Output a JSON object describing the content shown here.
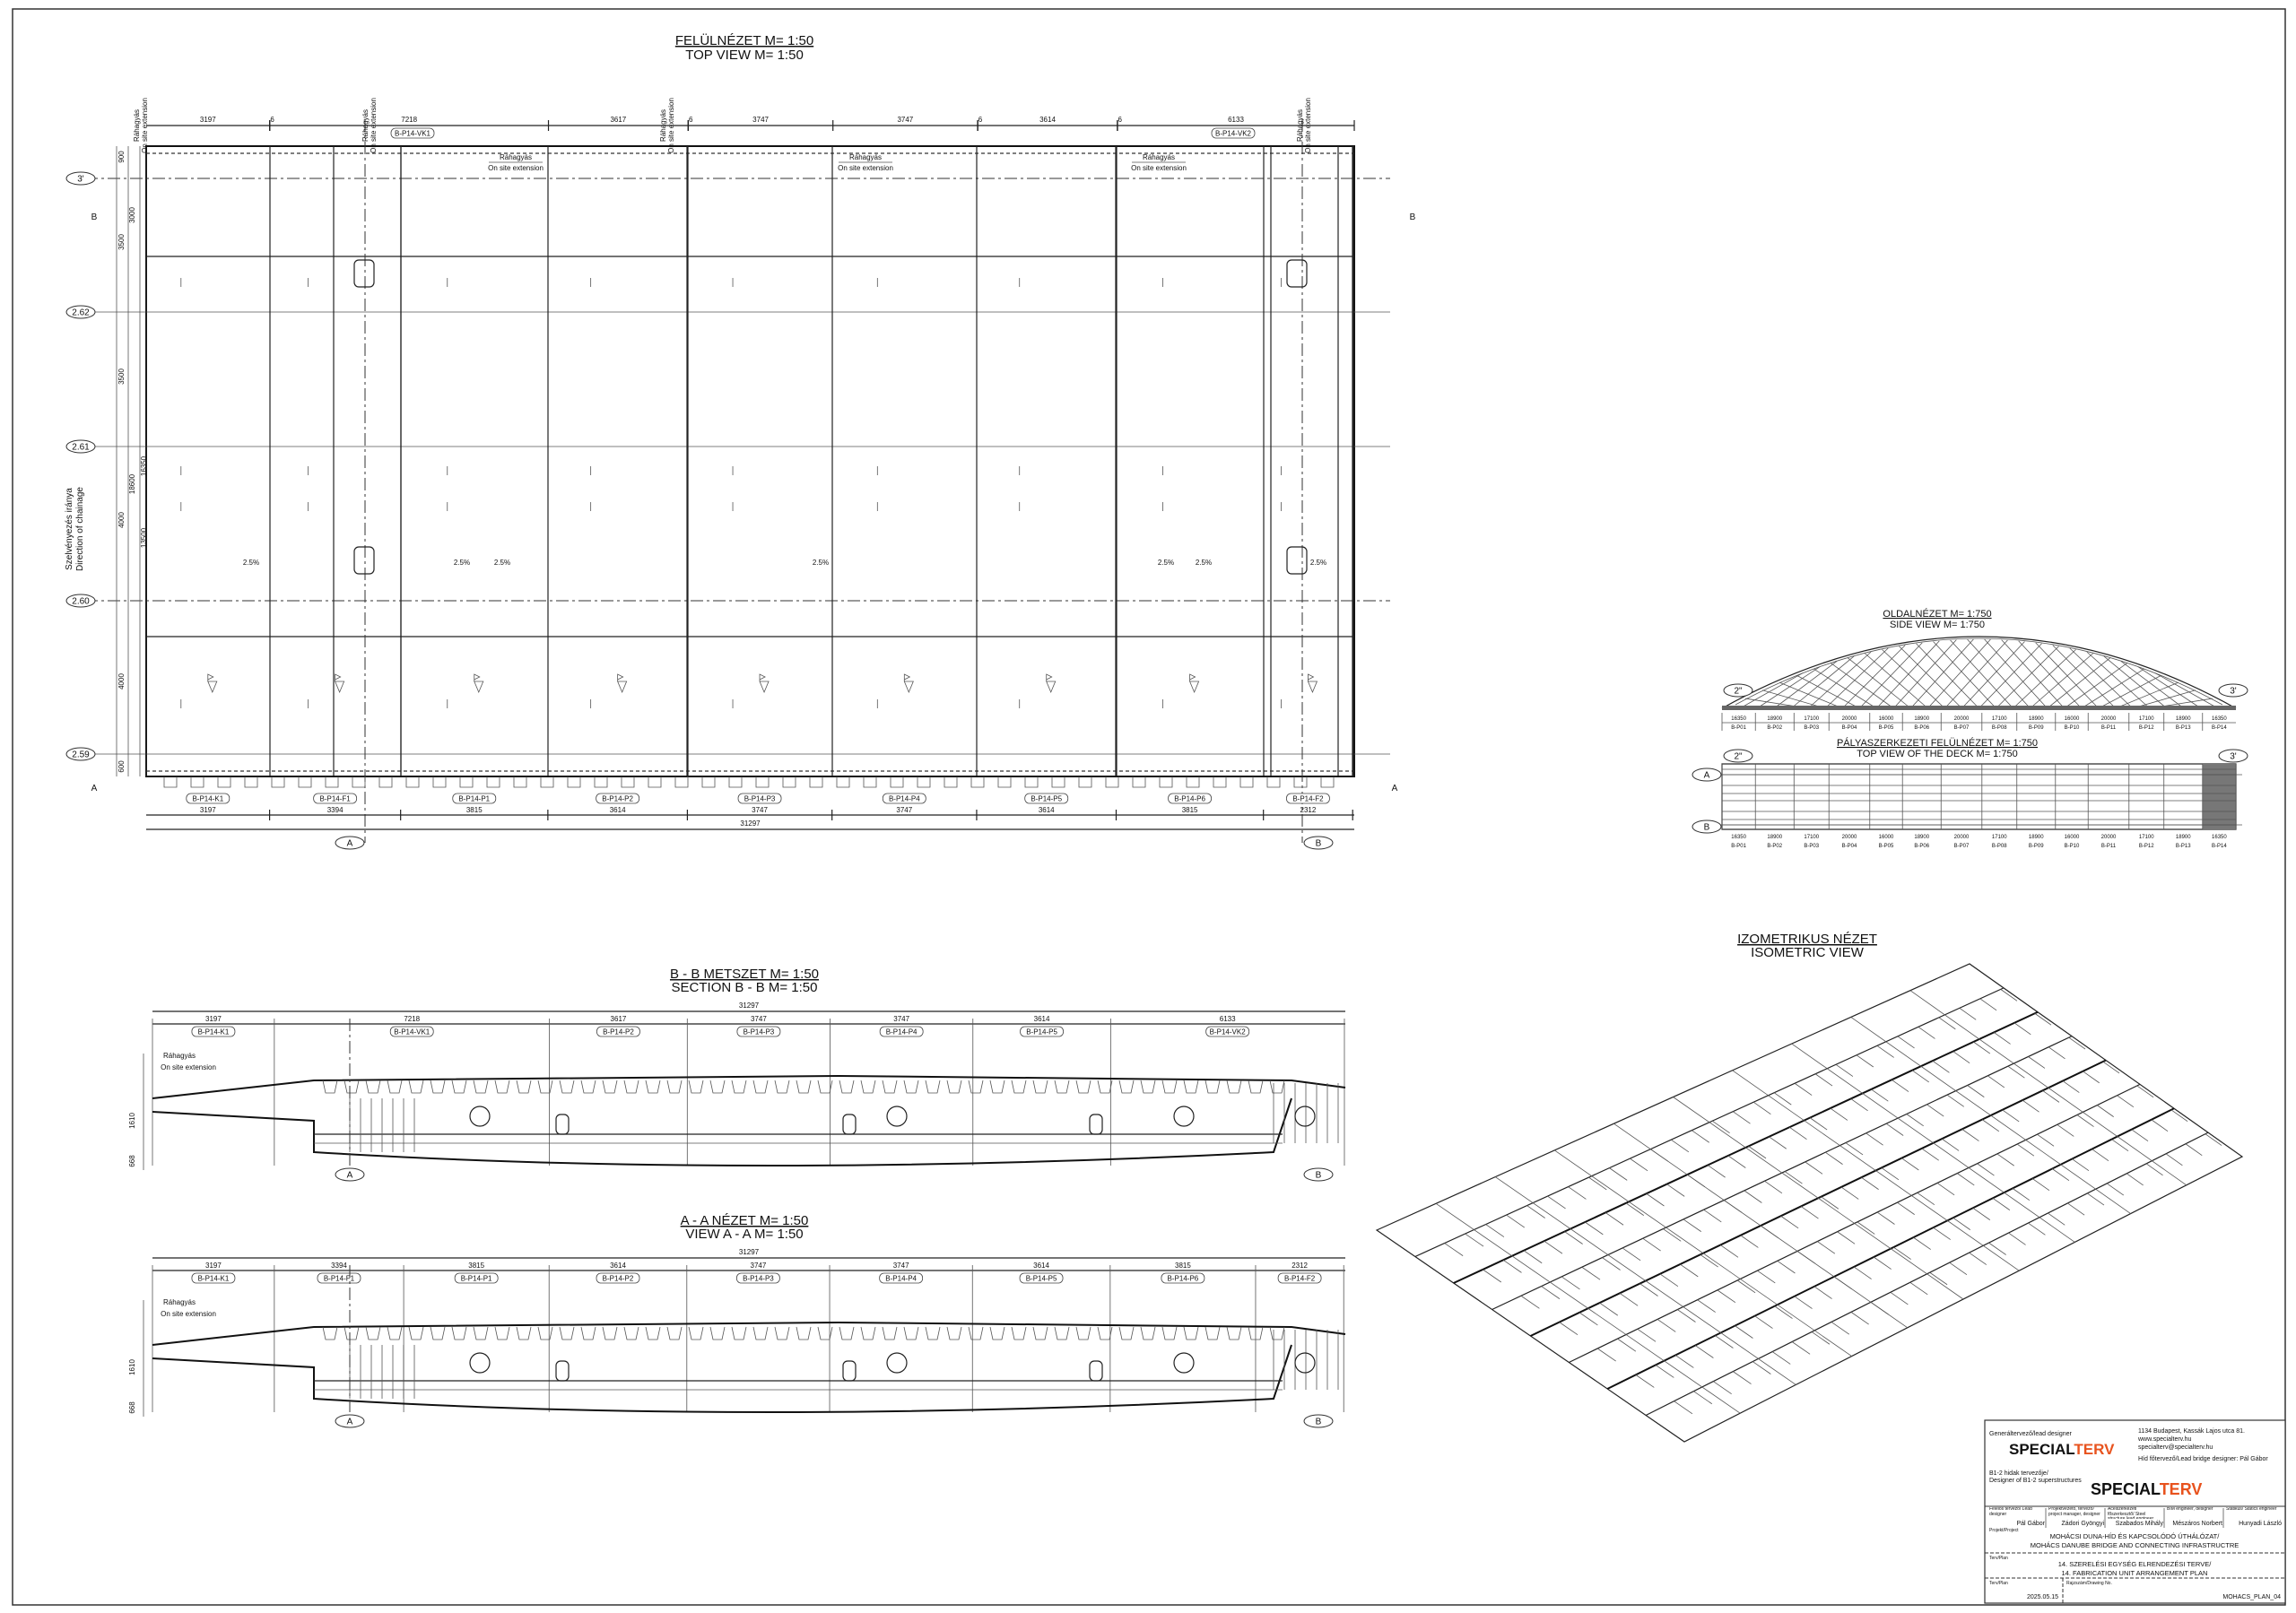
{
  "top_view": {
    "title_hu": "FELÜLNÉZET  M= 1:50",
    "title_en": "TOP VIEW M= 1:50",
    "extension_hu": "Ráhagyás",
    "extension_en": "On site extension",
    "top_dims": [
      "3197",
      "6",
      "7218",
      "3617",
      "6",
      "3747",
      "3747",
      "6",
      "3614",
      "6",
      "6133"
    ],
    "top_tags": [
      "B-P14-VK1",
      "B-P14-VK2"
    ],
    "bottom_tags": [
      "B-P14-K1",
      "B-P14-F1",
      "B-P14-P1",
      "B-P14-P2",
      "B-P14-P3",
      "B-P14-P4",
      "B-P14-P5",
      "B-P14-P6",
      "B-P14-F2"
    ],
    "bottom_dims": [
      "3197",
      "3394",
      "3815",
      "3614",
      "3747",
      "3747",
      "3614",
      "3815",
      "2312"
    ],
    "total": "31297",
    "axes": [
      "3'",
      "2.62",
      "2.61",
      "2.60",
      "2.59"
    ],
    "left_dims": [
      "900",
      "3000",
      "3500",
      "3500",
      "4000",
      "4000",
      "600",
      "16350",
      "18600",
      "13500"
    ],
    "chainage_hu": "Szelvényezés iránya",
    "chainage_en": "Direction of chainage",
    "section_marks": [
      "B",
      "B",
      "A",
      "A"
    ],
    "grid_marks": [
      "A",
      "B"
    ],
    "slopes": [
      "2.5%",
      "2.5%",
      "2.5%",
      "2.5%",
      "2.5%",
      "2.5%",
      "2.5%"
    ]
  },
  "side_view": {
    "title_hu": "OLDALNÉZET  M= 1:750",
    "title_en": "SIDE VIEW  M= 1:750",
    "deck_title_hu": "PÁLYASZERKEZETI FELÜLNÉZET  M= 1:750",
    "deck_title_en": "TOP VIEW OF THE DECK  M= 1:750",
    "ends": [
      "2\"",
      "3'"
    ],
    "rows": [
      "A",
      "B"
    ],
    "segments": [
      "16350",
      "18900",
      "17100",
      "20000",
      "16000",
      "18900",
      "20000",
      "17100",
      "18900",
      "16000",
      "20000",
      "17100",
      "18900",
      "16350"
    ],
    "labels": [
      "B-P01",
      "B-P02",
      "B-P03",
      "B-P04",
      "B-P05",
      "B-P06",
      "B-P07",
      "B-P08",
      "B-P09",
      "B-P10",
      "B-P11",
      "B-P12",
      "B-P13",
      "B-P14"
    ]
  },
  "section_bb": {
    "title_hu": "B - B  METSZET  M= 1:50",
    "title_en": "SECTION  B - B  M= 1:50",
    "total": "31297",
    "dims": [
      "3197",
      "7218",
      "3617",
      "3747",
      "3747",
      "3614",
      "6133"
    ],
    "tags": [
      "B-P14-K1",
      "B-P14-VK1",
      "B-P14-P2",
      "B-P14-P3",
      "B-P14-P4",
      "B-P14-P5",
      "B-P14-VK2"
    ],
    "heights": [
      "1610",
      "668"
    ],
    "note_hu": "Ráhagyás",
    "note_en": "On site extension"
  },
  "view_aa": {
    "title_hu": "A - A  NÉZET  M= 1:50",
    "title_en": "VIEW  A - A  M= 1:50",
    "total": "31297",
    "dims": [
      "3197",
      "3394",
      "3815",
      "3614",
      "3747",
      "3747",
      "3614",
      "3815",
      "2312"
    ],
    "tags": [
      "B-P14-K1",
      "B-P14-F1",
      "B-P14-P1",
      "B-P14-P2",
      "B-P14-P3",
      "B-P14-P4",
      "B-P14-P5",
      "B-P14-P6",
      "B-P14-F2"
    ],
    "heights": [
      "1610",
      "668"
    ],
    "note_hu": "Ráhagyás",
    "note_en": "On site extension"
  },
  "isometric": {
    "title_hu": "IZOMETRIKUS NÉZET",
    "title_en": "ISOMETRIC VIEW"
  },
  "title_block": {
    "lead_designer_label": "Generáltervező/lead designer",
    "logo_a": "SPECIAL",
    "logo_b": "TERV",
    "address": "1134 Budapest, Kassák Lajos utca 81.",
    "web": "www.specialterv.hu",
    "email": "specialterv@specialterv.hu",
    "lead_bridge": "Híd főtervező/Lead bridge designer: Pál Gábor",
    "designer_label_1": "B1-2 hidak tervezője/",
    "designer_label_2": "Designer of B1-2 superstructures",
    "roles": [
      {
        "role": "Felelős tervező/ Lead designer",
        "name": "Pál Gábor"
      },
      {
        "role": "Projektvezető, tervező/ project manager, designer",
        "name": "Zádori Gyöngyi"
      },
      {
        "role": "Acélszerkezeti főszerkesztő/ Steel structure lead engineer",
        "name": "Szabados Mihály"
      },
      {
        "role": "BIM engineer, designer",
        "name": "Mészáros Norbert"
      },
      {
        "role": "Statikus/ Statics engineer",
        "name": "Hunyadi László"
      }
    ],
    "project_label": "Projekt/Project",
    "project_hu": "MOHÁCSI DUNA-HÍD ÉS KAPCSOLÓDÓ ÚTHÁLÓZAT/",
    "project_en": "MOHÁCS DANUBE BRIDGE AND CONNECTING INFRASTRUCTRE",
    "plan_label": "Terv/Plan",
    "plan_hu": "14. SZERELÉSI EGYSÉG ELRENDEZÉSI TERVE/",
    "plan_en": "14. FABRICATION UNIT ARRANGEMENT PLAN",
    "date_label": "Terv/Plan",
    "date": "2025.05.15",
    "drawing_no_label": "Rajzszám/Drawing No.",
    "drawing_no": "MOHACS_PLAN_04",
    "accent": "#e8531e"
  }
}
